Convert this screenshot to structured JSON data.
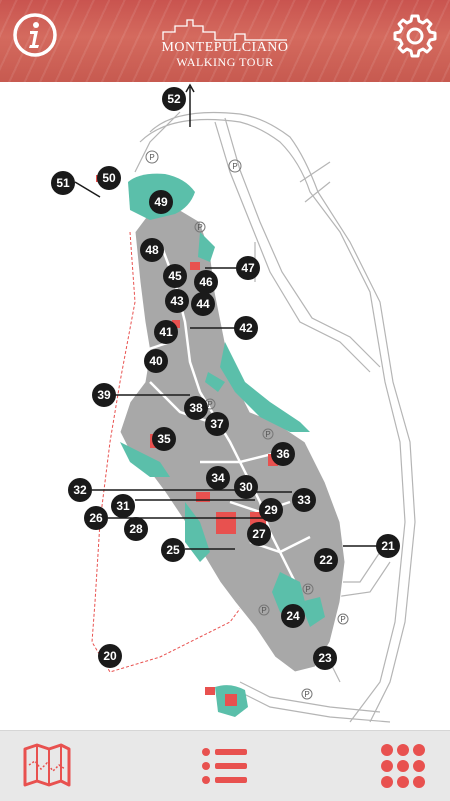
{
  "header": {
    "title_line1": "MONTEPULCIANO",
    "title_line2": "WALKING TOUR",
    "info_icon": "info-icon",
    "settings_icon": "gear-icon"
  },
  "colors": {
    "accent": "#e8514f",
    "header_bg": "#cc5a52",
    "green": "#5bbfaa",
    "building_gray": "#a8a8a8",
    "marker": "#1a1a1a",
    "tabbar_bg": "#e8e8e8"
  },
  "map": {
    "parking_label": "P",
    "markers": [
      "52",
      "51",
      "50",
      "49",
      "48",
      "47",
      "46",
      "45",
      "44",
      "43",
      "42",
      "41",
      "40",
      "39",
      "38",
      "37",
      "36",
      "35",
      "34",
      "33",
      "32",
      "31",
      "30",
      "29",
      "28",
      "27",
      "26",
      "25",
      "24",
      "23",
      "22",
      "21",
      "20"
    ]
  },
  "tabs": {
    "map_icon": "map-icon",
    "list_icon": "list-icon",
    "grid_icon": "grid-icon"
  }
}
